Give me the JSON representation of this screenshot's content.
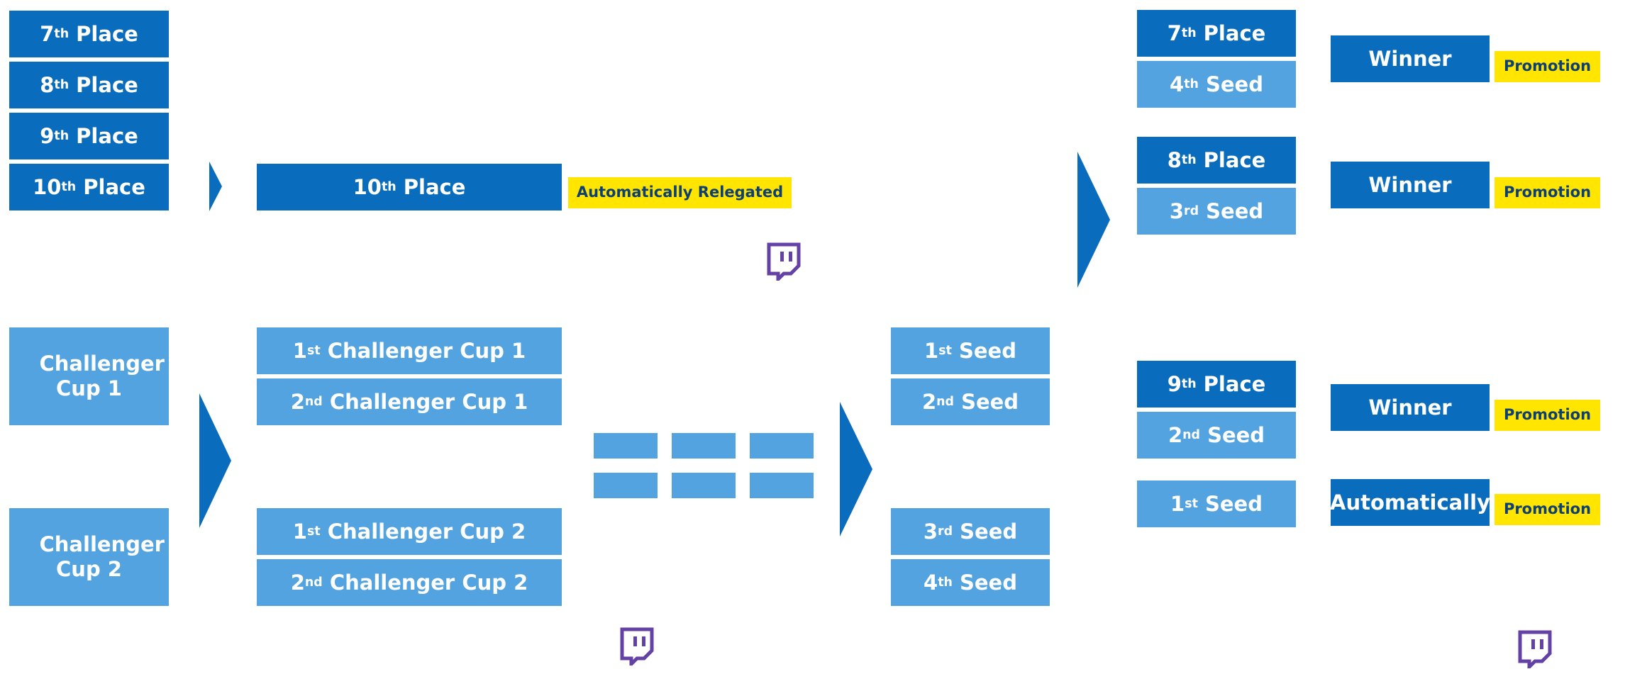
{
  "colors": {
    "dark_blue": "#0a6cbd",
    "light_blue": "#52a3df",
    "yellow": "#ffe500",
    "twitch_purple": "#6441a5"
  },
  "left_places": [
    {
      "num": "7",
      "suf": "th",
      "label": " Place"
    },
    {
      "num": "8",
      "suf": "th",
      "label": " Place"
    },
    {
      "num": "9",
      "suf": "th",
      "label": " Place"
    },
    {
      "num": "10",
      "suf": "th",
      "label": " Place"
    }
  ],
  "relegation": {
    "place": {
      "num": "10",
      "suf": "th",
      "label": " Place"
    },
    "tag": "Automatically Relegated"
  },
  "challenger_cups": [
    "Challenger Cup 1",
    "Challenger Cup 2"
  ],
  "qualifiers": [
    {
      "num": "1",
      "suf": "st",
      "label": " Challenger Cup 1"
    },
    {
      "num": "2",
      "suf": "nd",
      "label": " Challenger Cup 1"
    },
    {
      "num": "1",
      "suf": "st",
      "label": " Challenger Cup 2"
    },
    {
      "num": "2",
      "suf": "nd",
      "label": " Challenger Cup 2"
    }
  ],
  "seeds": [
    {
      "num": "1",
      "suf": "st",
      "label": " Seed"
    },
    {
      "num": "2",
      "suf": "nd",
      "label": " Seed"
    },
    {
      "num": "3",
      "suf": "rd",
      "label": " Seed"
    },
    {
      "num": "4",
      "suf": "th",
      "label": " Seed"
    }
  ],
  "matches": [
    {
      "place": {
        "num": "7",
        "suf": "th",
        "label": " Place"
      },
      "seed": {
        "num": "4",
        "suf": "th",
        "label": " Seed"
      },
      "result": "Winner",
      "tag": "Promotion"
    },
    {
      "place": {
        "num": "8",
        "suf": "th",
        "label": " Place"
      },
      "seed": {
        "num": "3",
        "suf": "rd",
        "label": " Seed"
      },
      "result": "Winner",
      "tag": "Promotion"
    },
    {
      "place": {
        "num": "9",
        "suf": "th",
        "label": " Place"
      },
      "seed": {
        "num": "2",
        "suf": "nd",
        "label": " Seed"
      },
      "result": "Winner",
      "tag": "Promotion"
    },
    {
      "seed": {
        "num": "1",
        "suf": "st",
        "label": " Seed"
      },
      "result": "Automatically",
      "tag": "Promotion"
    }
  ]
}
